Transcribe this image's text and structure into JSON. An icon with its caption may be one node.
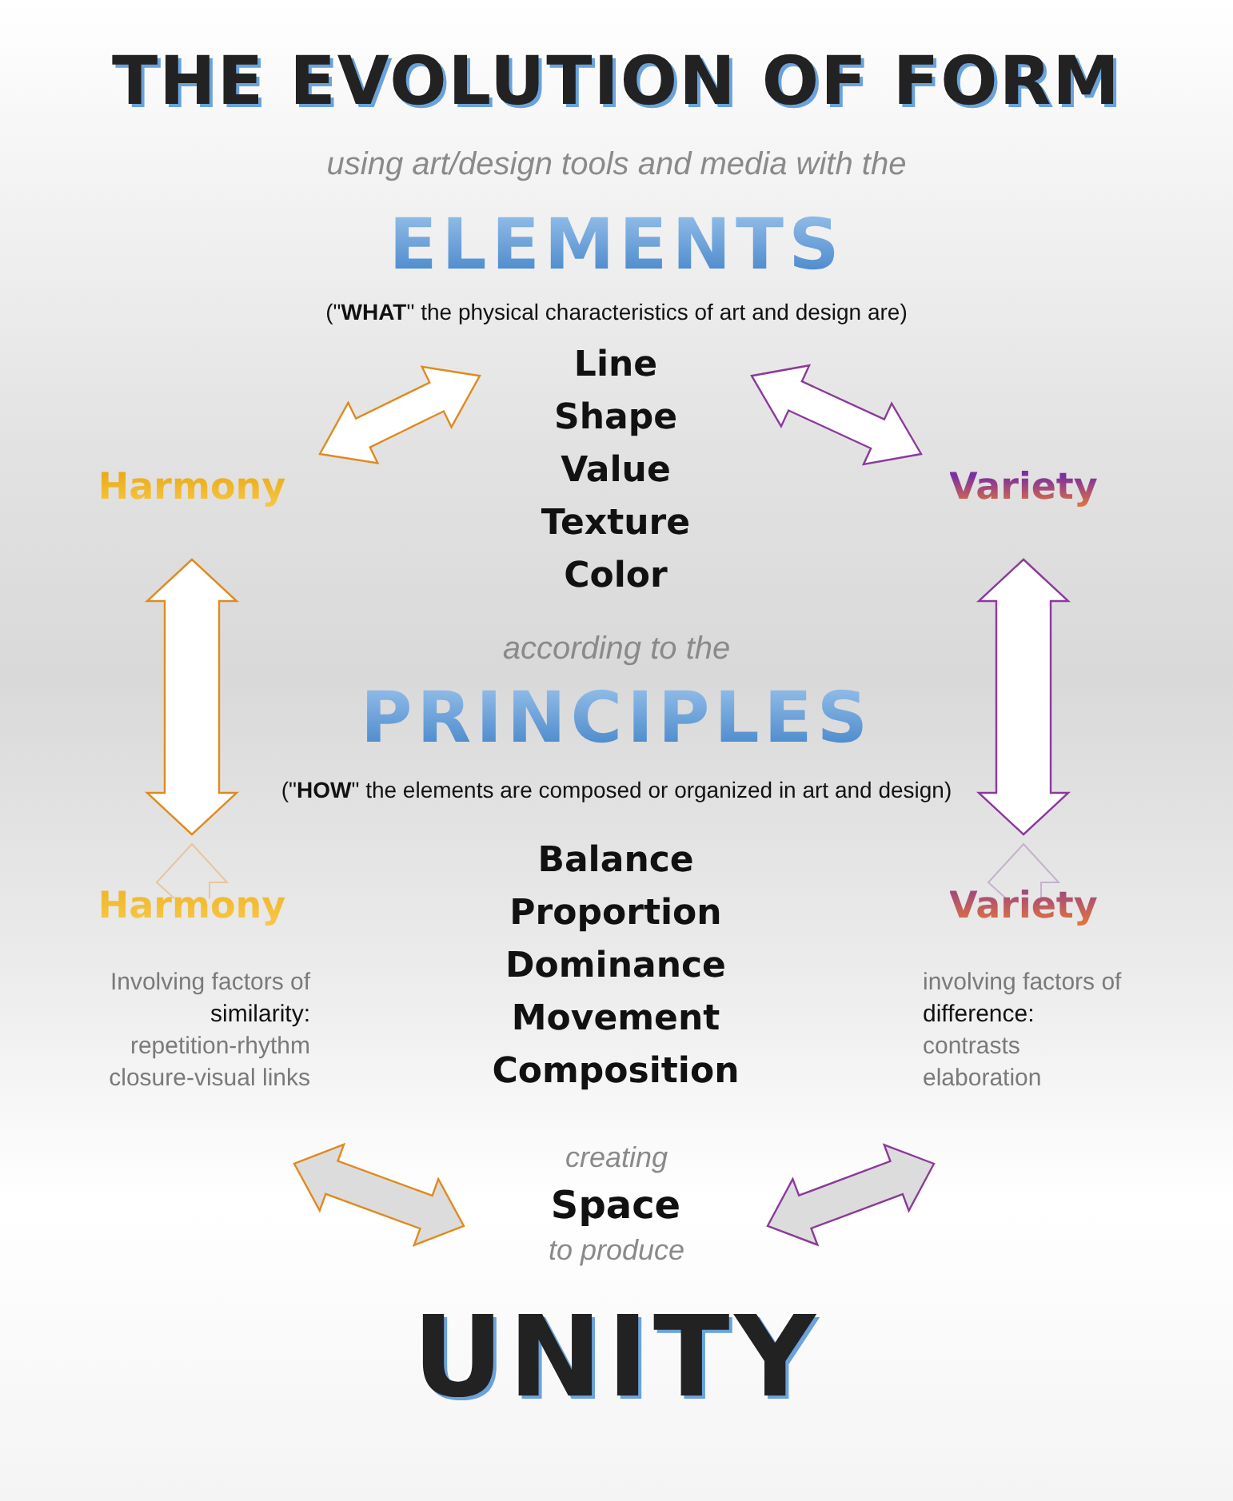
{
  "diagram": {
    "title": "THE EVOLUTION OF FORM",
    "nodes": [
      {
        "text": [
          "Harmony"
        ]
      },
      {
        "text": [
          "Line",
          "Shape",
          "Value",
          "Texture",
          "Color"
        ]
      },
      {
        "text": [
          "Variety"
        ]
      },
      {
        "text": [
          "Harmony"
        ],
        "beside": [
          "Involving factors of",
          "similarity:",
          "repetition-rhythm",
          "closure-visual links"
        ]
      },
      {
        "text": [
          "Balance",
          "Proportion",
          "Dominance",
          "Movement",
          "Composition"
        ]
      },
      {
        "text": [
          "Variety"
        ],
        "beside": [
          "involving factors of",
          "difference:",
          "contrasts",
          "elaboration"
        ]
      },
      {
        "text": [
          "Space"
        ]
      }
    ],
    "edges": [
      {
        "from": 0,
        "to": 1,
        "arrow": "both",
        "color": "#e08a1e"
      },
      {
        "from": 1,
        "to": 2,
        "arrow": "both",
        "color": "#8b3a9b"
      },
      {
        "from": 0,
        "to": 3,
        "arrow": "both",
        "color": "#e08a1e"
      },
      {
        "from": 2,
        "to": 5,
        "arrow": "both",
        "color": "#8b3a9b"
      },
      {
        "from": 3,
        "to": 6,
        "arrow": "both",
        "color": "#e08a1e"
      },
      {
        "from": 5,
        "to": 6,
        "arrow": "both",
        "color": "#8b3a9b"
      }
    ],
    "labels": [
      "using art/design tools and media with the",
      "ELEMENTS",
      "(\"**WHAT**\" the physical characteristics of art and design are)",
      "according to the",
      "PRINCIPLES",
      "(\"**HOW**\" the elements are composed or organized in art and design)",
      "creating",
      "to produce",
      "UNITY"
    ]
  }
}
